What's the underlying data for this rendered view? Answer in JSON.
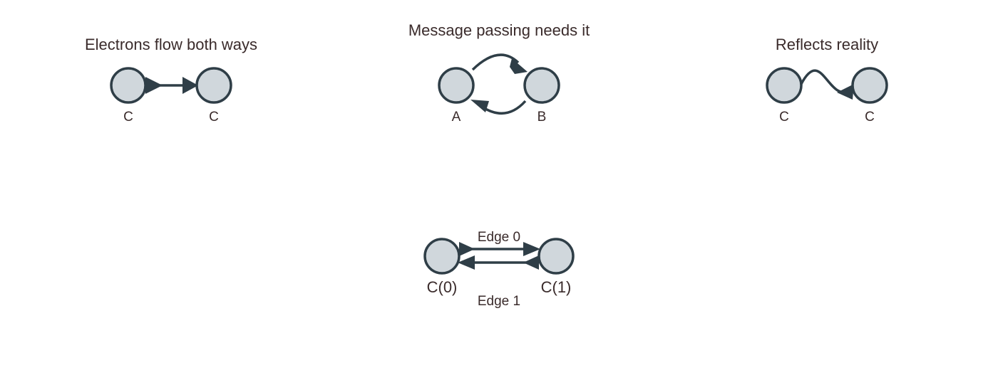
{
  "colors": {
    "node_fill": "#d0d7dc",
    "node_stroke": "#2f3e47",
    "text": "#3a2b2b",
    "background": "#ffffff"
  },
  "panels": {
    "electrons": {
      "title": "Electrons flow both ways",
      "node_a": "C",
      "node_b": "C"
    },
    "message": {
      "title": "Message passing needs it",
      "node_a": "A",
      "node_b": "B"
    },
    "reality": {
      "title": "Reflects reality",
      "node_a": "C",
      "node_b": "C"
    },
    "bidirectional": {
      "node_a": "C(0)",
      "node_b": "C(1)",
      "edge_top": "Edge 0",
      "edge_bottom": "Edge 1"
    }
  }
}
